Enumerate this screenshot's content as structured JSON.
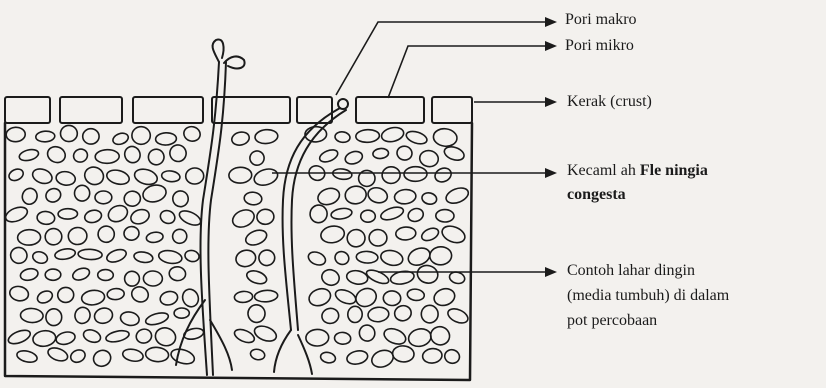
{
  "labels": {
    "pori_makro": "Pori makro",
    "pori_mikro": "Pori mikro",
    "kerak": "Kerak (crust)",
    "kecambah_line1_a": "Kecaml ah",
    "kecambah_line1_b": "Fle ningia",
    "kecambah_line2": "congesta",
    "contoh_line1": "Contoh lahar dingin",
    "contoh_line2": "(media tumbuh) di dalam",
    "contoh_line3": "pot percobaan"
  },
  "colors": {
    "ink": "#1b1b1b",
    "paper": "#f3f1ee"
  }
}
